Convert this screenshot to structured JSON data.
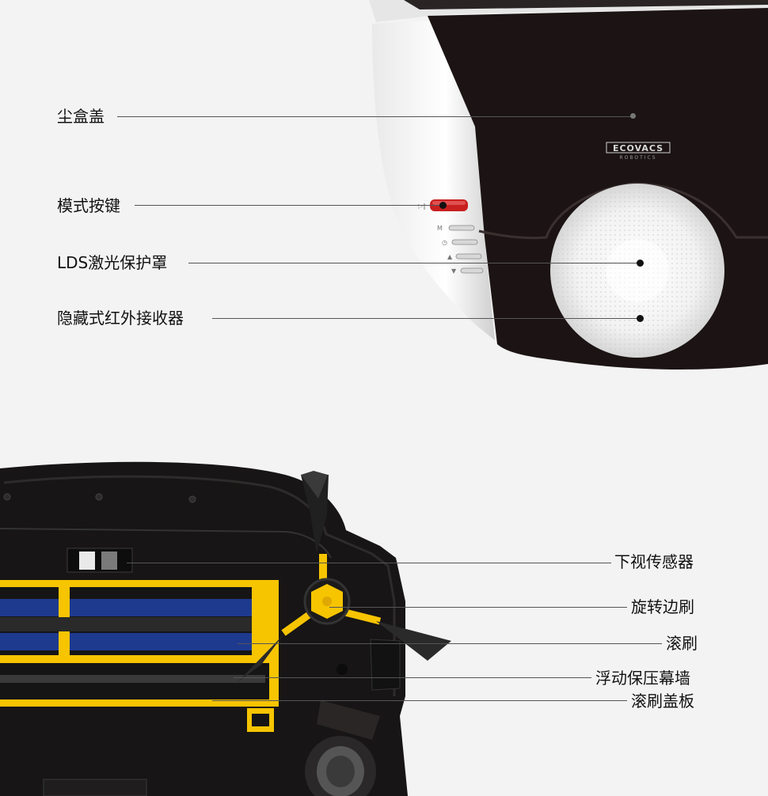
{
  "top_robot": {
    "brand_logo": "ECOVACS",
    "brand_sub": "ROBOTICS",
    "callouts": [
      {
        "label": "尘盒盖"
      },
      {
        "label": "模式按键"
      },
      {
        "label": "LDS激光保护罩"
      },
      {
        "label": "隐藏式红外接收器"
      }
    ]
  },
  "bottom_robot": {
    "callouts": [
      {
        "label": "下视传感器"
      },
      {
        "label": "旋转边刷"
      },
      {
        "label": "滚刷"
      },
      {
        "label": "浮动保压幕墙"
      },
      {
        "label": "滚刷盖板"
      }
    ]
  },
  "colors": {
    "background": "#f3f3f3",
    "robot_body": "#1c1414",
    "accent_yellow": "#f7c400",
    "brush_blue": "#1e3a8f",
    "button_red": "#c8201f"
  }
}
